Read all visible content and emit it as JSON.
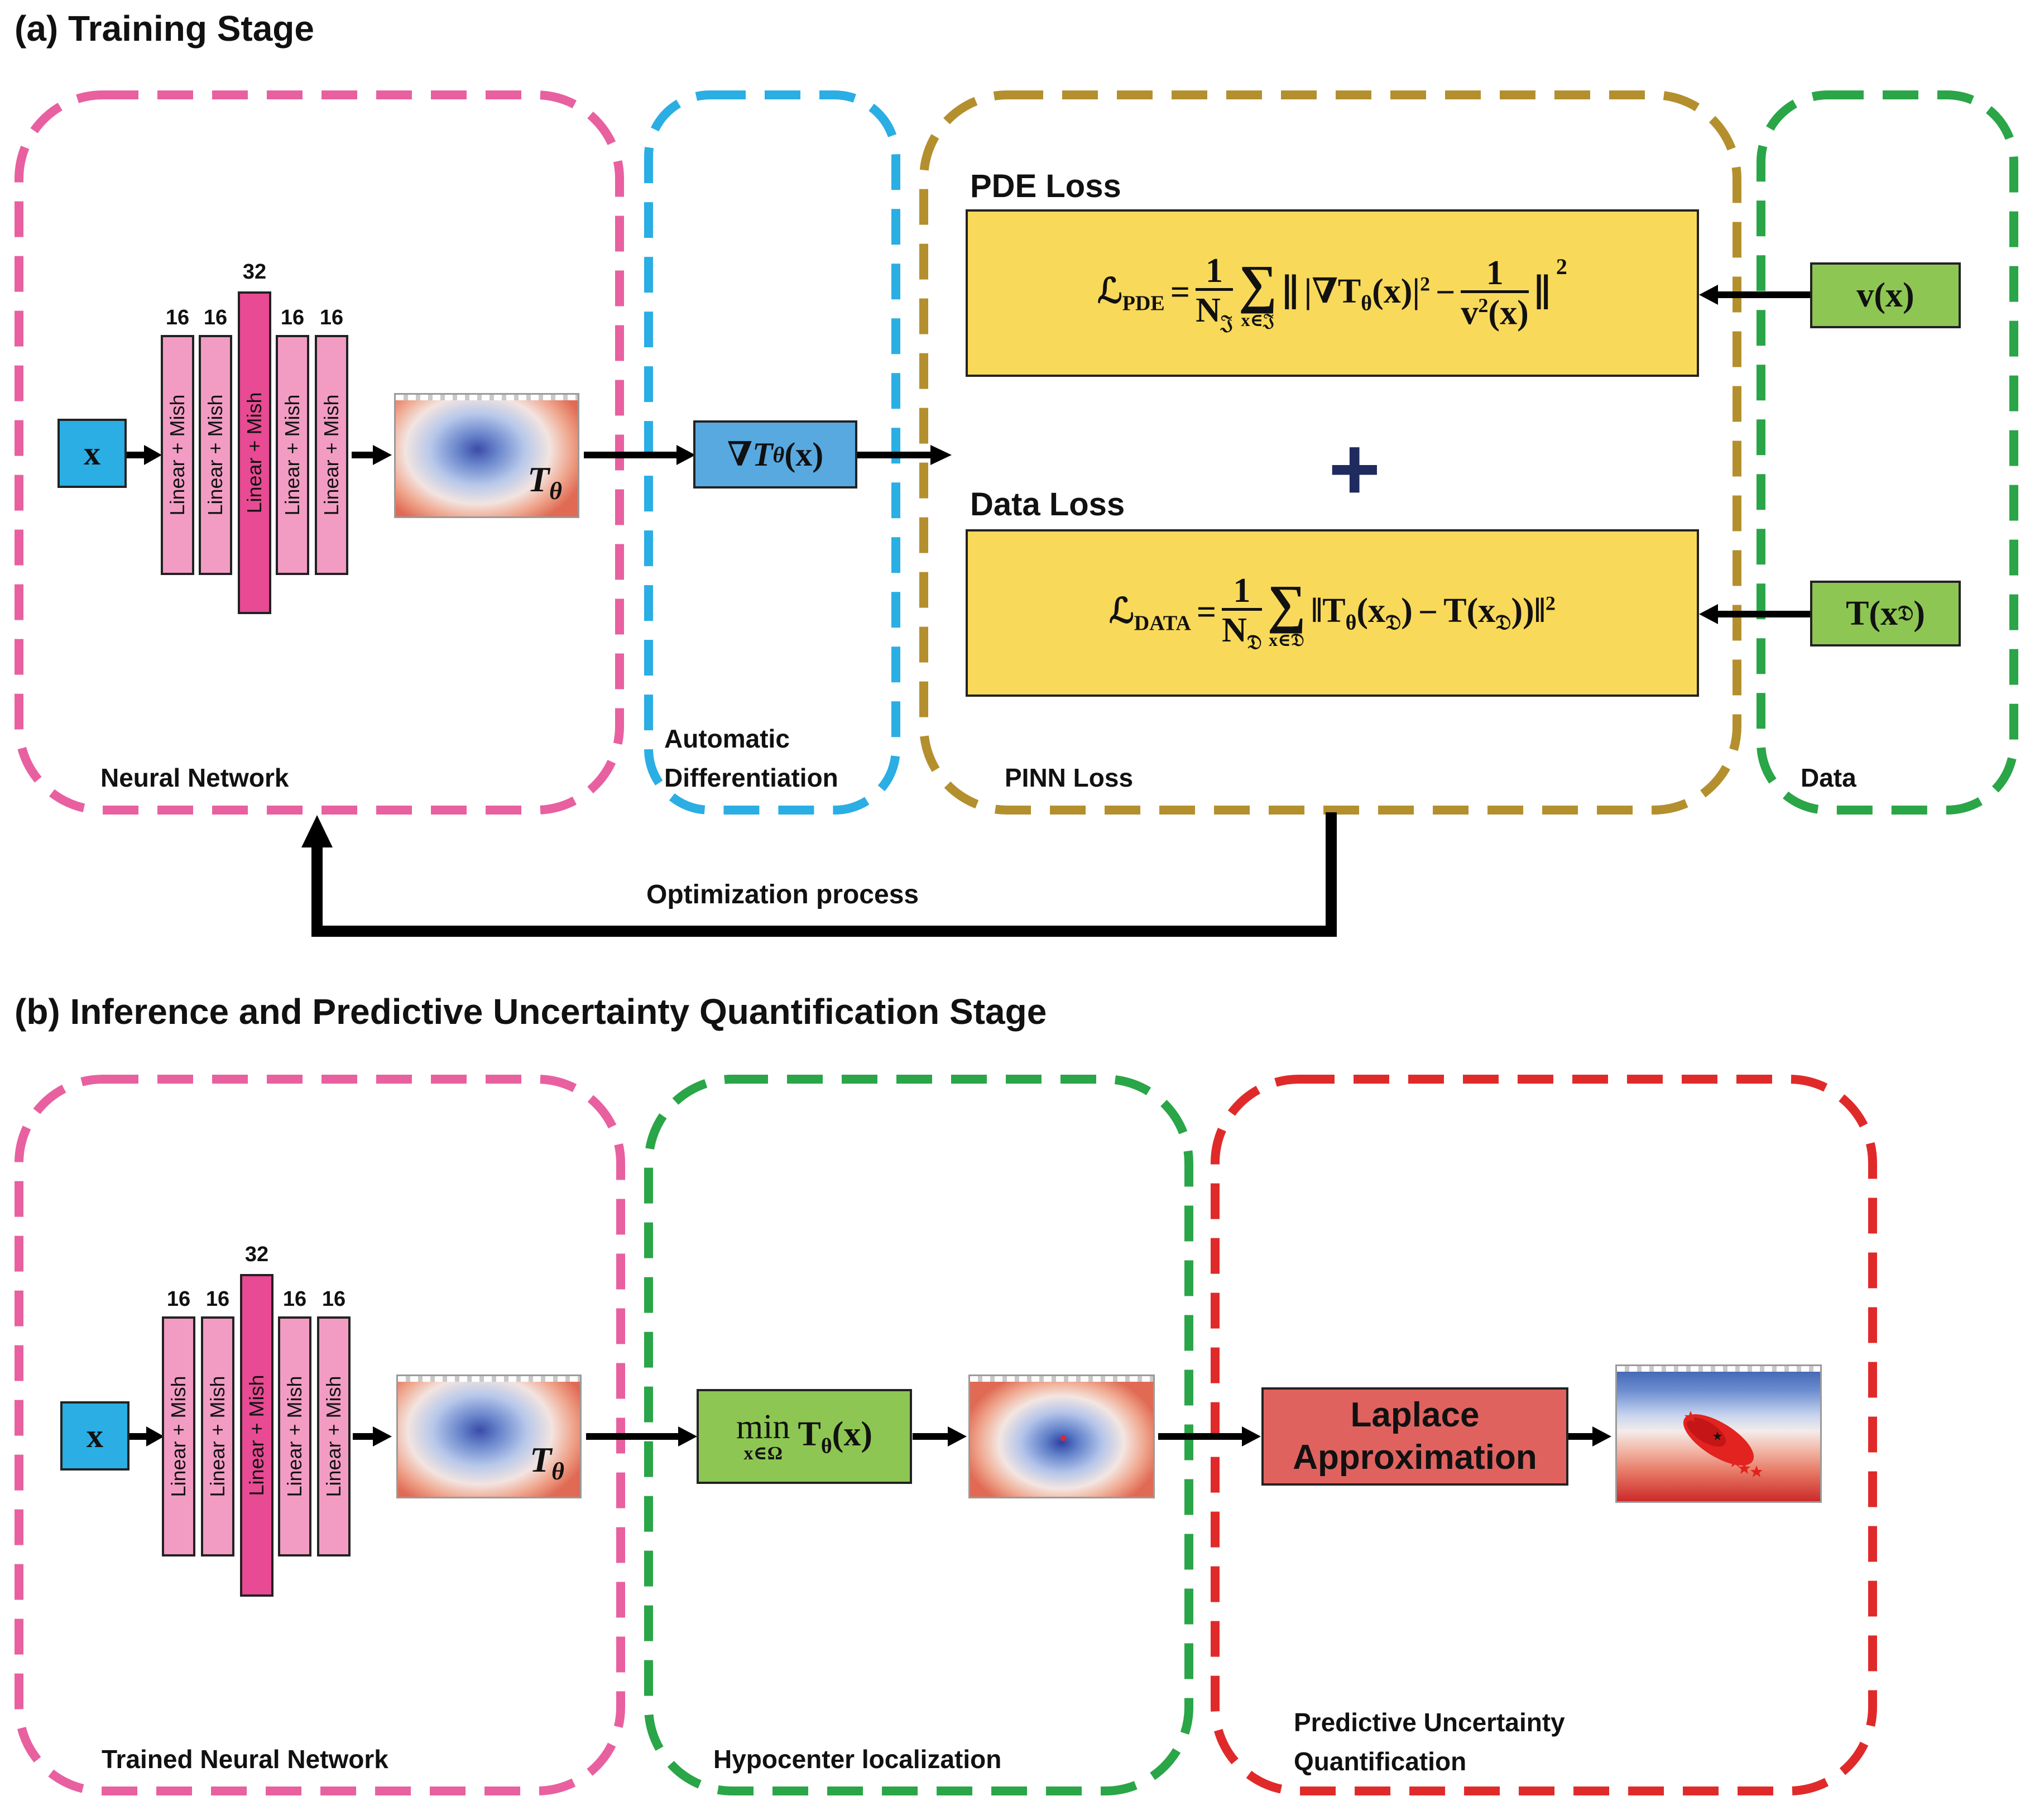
{
  "section_a": {
    "title": "(a) Training Stage"
  },
  "section_b": {
    "title": "(b) Inference and Predictive Uncertainty Quantification Stage"
  },
  "network": {
    "input_label": "x",
    "layer_label": "Linear + Mish",
    "layer_sizes": [
      "16",
      "16",
      "32",
      "16",
      "16"
    ],
    "output_label": "T",
    "output_subscript": "θ"
  },
  "panels_a": {
    "neural_network": "Neural Network",
    "autodiff_line1": "Automatic",
    "autodiff_line2": "Differentiation",
    "pinn_loss": "PINN Loss",
    "data": "Data"
  },
  "autodiff_box": {
    "nabla": "∇",
    "T": "T",
    "sub": "θ",
    "arg": "(x)"
  },
  "pde_loss": {
    "heading": "PDE Loss",
    "lhs": "ℒ",
    "lhs_sub": "PDE",
    "frac_num": "1",
    "frac_den": "N",
    "frac_den_sub": "𝔍",
    "sum_sub": "x∈𝔍",
    "term1": "|∇T",
    "term1_sub": "θ",
    "term1_rest": "(x)|",
    "term1_sup": "2",
    "minus": "−",
    "frac2_num": "1",
    "frac2_den": "v",
    "frac2_den_sup": "2",
    "frac2_den_rest": "(x)",
    "outer_sup": "2"
  },
  "plus_sign": "+",
  "data_loss": {
    "heading": "Data Loss",
    "lhs": "ℒ",
    "lhs_sub": "DATA",
    "frac_num": "1",
    "frac_den": "N",
    "frac_den_sub": "𝔇",
    "sum_sub": "x∈𝔇",
    "term1": "‖T",
    "term1_sub": "θ",
    "term1_arg": "(x",
    "term1_arg_sub": "𝔇",
    "term1_close": ")",
    "minus": "−",
    "term2": "T(x",
    "term2_sub": "𝔇",
    "term2_close": "))‖",
    "sup": "2"
  },
  "data_inputs": {
    "velocity": "v(x)",
    "travel_time": "T(x",
    "travel_time_sub": "𝔇",
    "travel_time_close": ")"
  },
  "optimization_label": "Optimization process",
  "panels_b": {
    "trained_network": "Trained Neural Network",
    "hypocenter": "Hypocenter localization",
    "uq_line1": "Predictive Uncertainty",
    "uq_line2": "Quantification"
  },
  "min_box": {
    "op": "min",
    "sub": "x∈Ω",
    "T": "T",
    "T_sub": "θ",
    "arg": "(x)"
  },
  "laplace_box": {
    "line1": "Laplace",
    "line2": "Approximation"
  },
  "colors": {
    "pink": "#e8609f",
    "cyan": "#2aaee4",
    "gold": "#b48f2e",
    "green": "#2aa547",
    "red": "#e02a2a"
  }
}
